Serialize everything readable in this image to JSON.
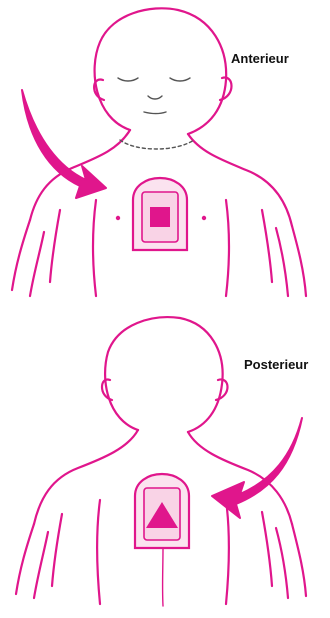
{
  "labels": {
    "anterior": "Anterieur",
    "posterior": "Posterieur"
  },
  "colors": {
    "outline": "#e0168c",
    "pad_fill": "#fbe3ef",
    "symbol": "#e0168c",
    "arrow": "#e0168c",
    "face_lines": "#555555"
  },
  "icons": {
    "front_pad_symbol": "square",
    "back_pad_symbol": "triangle"
  }
}
